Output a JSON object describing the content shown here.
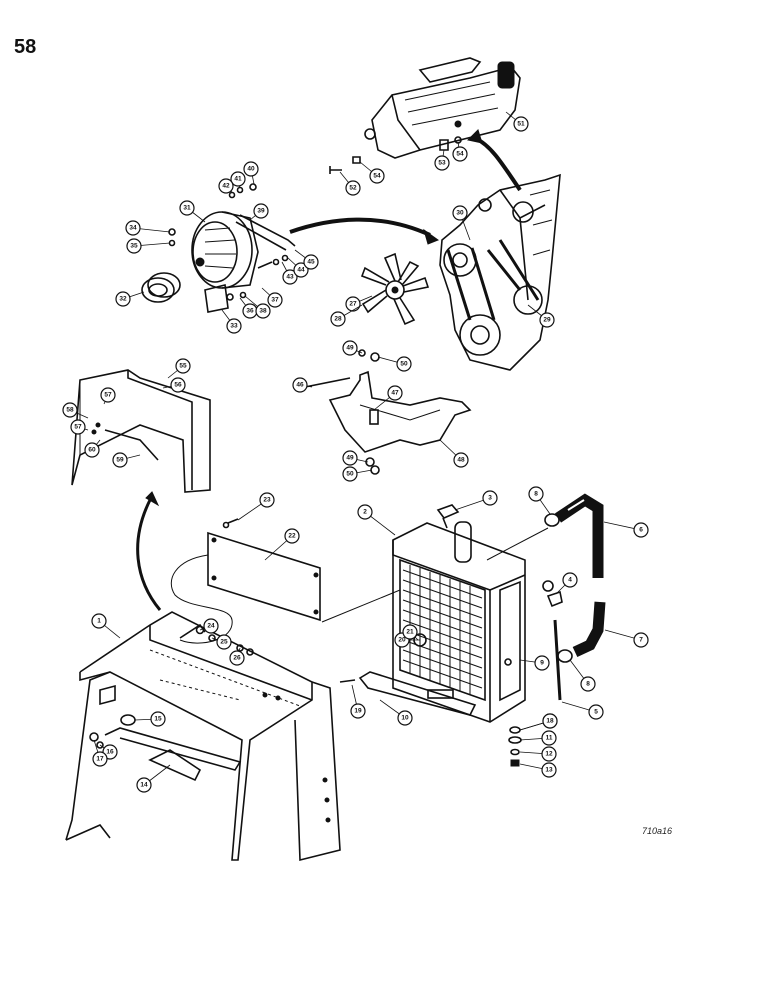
{
  "page": {
    "number": "58",
    "figure_code": "710a16"
  },
  "callouts": [
    {
      "id": "c1",
      "label": "1"
    },
    {
      "id": "c2",
      "label": "2"
    },
    {
      "id": "c3",
      "label": "3"
    },
    {
      "id": "c4",
      "label": "4"
    },
    {
      "id": "c5",
      "label": "5"
    },
    {
      "id": "c6",
      "label": "6"
    },
    {
      "id": "c7",
      "label": "7"
    },
    {
      "id": "c8a",
      "label": "8"
    },
    {
      "id": "c8b",
      "label": "8"
    },
    {
      "id": "c9",
      "label": "9"
    },
    {
      "id": "c10",
      "label": "10"
    },
    {
      "id": "c11",
      "label": "11"
    },
    {
      "id": "c12",
      "label": "12"
    },
    {
      "id": "c13",
      "label": "13"
    },
    {
      "id": "c14",
      "label": "14"
    },
    {
      "id": "c15",
      "label": "15"
    },
    {
      "id": "c16",
      "label": "16"
    },
    {
      "id": "c17",
      "label": "17"
    },
    {
      "id": "c18a",
      "label": "18"
    },
    {
      "id": "c18b",
      "label": "18"
    },
    {
      "id": "c19",
      "label": "19"
    },
    {
      "id": "c20",
      "label": "20"
    },
    {
      "id": "c21",
      "label": "21"
    },
    {
      "id": "c22",
      "label": "22"
    },
    {
      "id": "c23",
      "label": "23"
    },
    {
      "id": "c24",
      "label": "24"
    },
    {
      "id": "c25",
      "label": "25"
    },
    {
      "id": "c26",
      "label": "26"
    },
    {
      "id": "c27",
      "label": "27"
    },
    {
      "id": "c28",
      "label": "28"
    },
    {
      "id": "c29",
      "label": "29"
    },
    {
      "id": "c30",
      "label": "30"
    },
    {
      "id": "c31",
      "label": "31"
    },
    {
      "id": "c32",
      "label": "32"
    },
    {
      "id": "c33",
      "label": "33"
    },
    {
      "id": "c34",
      "label": "34"
    },
    {
      "id": "c35",
      "label": "35"
    },
    {
      "id": "c36",
      "label": "36"
    },
    {
      "id": "c37",
      "label": "37"
    },
    {
      "id": "c38",
      "label": "38"
    },
    {
      "id": "c39",
      "label": "39"
    },
    {
      "id": "c40",
      "label": "40"
    },
    {
      "id": "c41",
      "label": "41"
    },
    {
      "id": "c42",
      "label": "42"
    },
    {
      "id": "c43",
      "label": "43"
    },
    {
      "id": "c44",
      "label": "44"
    },
    {
      "id": "c45",
      "label": "45"
    },
    {
      "id": "c46",
      "label": "46"
    },
    {
      "id": "c47",
      "label": "47"
    },
    {
      "id": "c48",
      "label": "48"
    },
    {
      "id": "c49a",
      "label": "49"
    },
    {
      "id": "c49b",
      "label": "49"
    },
    {
      "id": "c50a",
      "label": "50"
    },
    {
      "id": "c50b",
      "label": "50"
    },
    {
      "id": "c51",
      "label": "51"
    },
    {
      "id": "c52",
      "label": "52"
    },
    {
      "id": "c53",
      "label": "53"
    },
    {
      "id": "c54a",
      "label": "54"
    },
    {
      "id": "c54b",
      "label": "54"
    },
    {
      "id": "c55",
      "label": "55"
    },
    {
      "id": "c56",
      "label": "56"
    },
    {
      "id": "c57a",
      "label": "57"
    },
    {
      "id": "c57b",
      "label": "57"
    },
    {
      "id": "c58",
      "label": "58"
    },
    {
      "id": "c59",
      "label": "59"
    },
    {
      "id": "c60",
      "label": "60"
    }
  ]
}
